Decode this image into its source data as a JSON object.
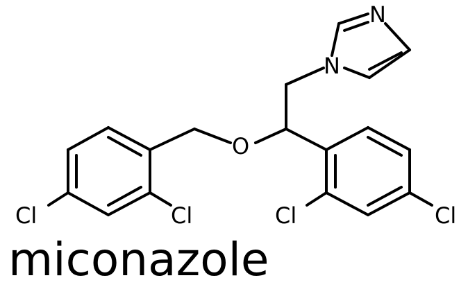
{
  "molecule": {
    "name": "miconazole",
    "atoms": {
      "N_top": "N",
      "N_ring": "N",
      "O": "O",
      "Cl_far_left": "Cl",
      "Cl_left_ortho": "Cl",
      "Cl_right_ortho": "Cl",
      "Cl_far_right": "Cl"
    }
  },
  "colors": {
    "ink": "#000000",
    "background": "#ffffff"
  }
}
